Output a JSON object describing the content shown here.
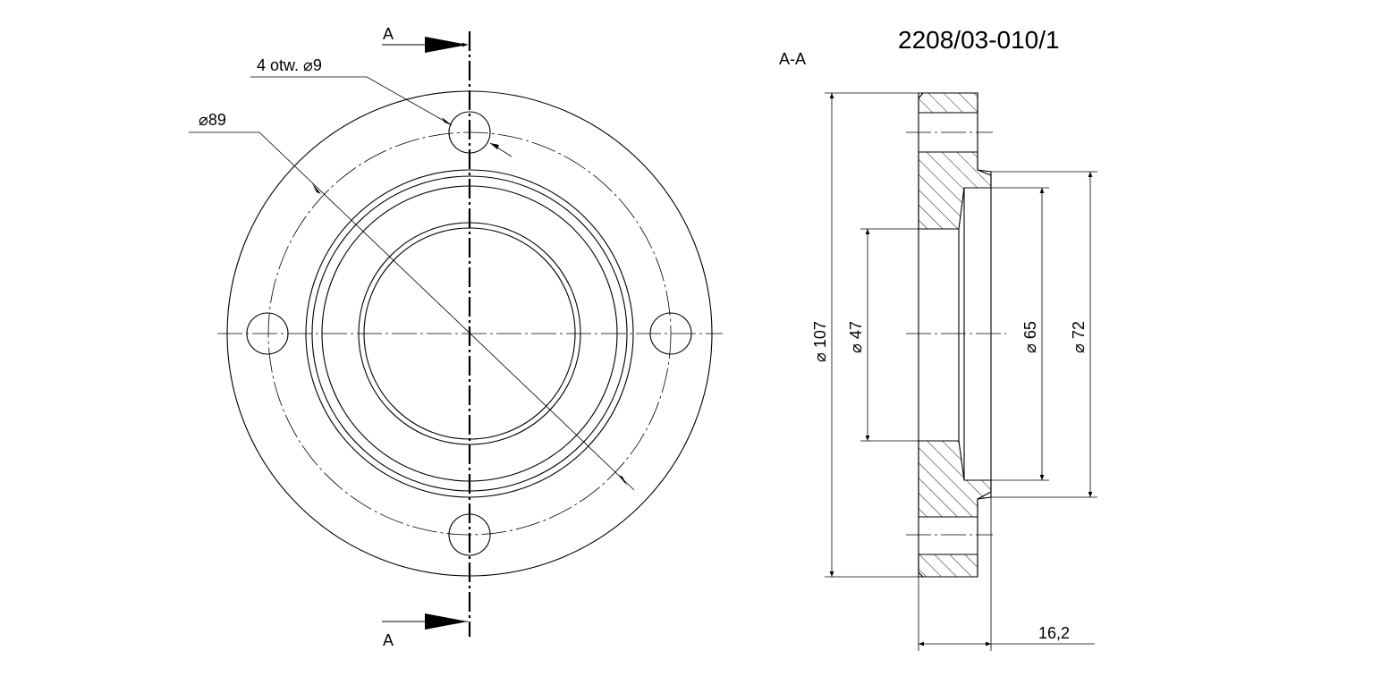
{
  "drawing": {
    "number": "2208/03-010/1",
    "section_label": "A-A",
    "cut_marks": {
      "top": "A",
      "bottom": "A"
    },
    "front_view": {
      "holes_callout": "4 otw.  ⌀9",
      "bolt_circle": "⌀89"
    },
    "section_view": {
      "dim_outer": "⌀ 107",
      "dim_bore": "⌀ 47",
      "dim_recess": "⌀ 65",
      "dim_spigot": "⌀ 72",
      "dim_thickness": "16,2"
    }
  }
}
